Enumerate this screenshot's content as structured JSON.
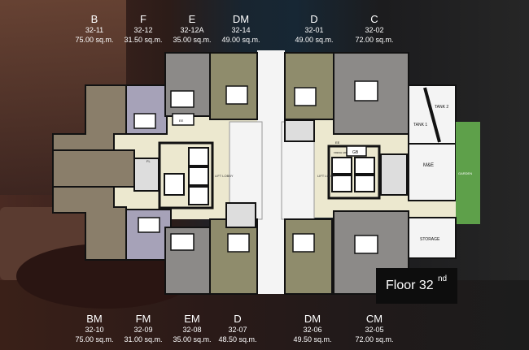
{
  "units_top": [
    {
      "type": "B",
      "number": "32-11",
      "area": "75.00 sq.m."
    },
    {
      "type": "F",
      "number": "32-12",
      "area": "31.50 sq.m."
    },
    {
      "type": "E",
      "number": "32-12A",
      "area": "35.00 sq.m."
    },
    {
      "type": "DM",
      "number": "32-14",
      "area": "49.00 sq.m."
    },
    {
      "type": "D",
      "number": "32-01",
      "area": "49.00 sq.m."
    },
    {
      "type": "C",
      "number": "32-02",
      "area": "72.00 sq.m."
    }
  ],
  "units_bottom": [
    {
      "type": "BM",
      "number": "32-10",
      "area": "75.00 sq.m."
    },
    {
      "type": "FM",
      "number": "32-09",
      "area": "31.00 sq.m."
    },
    {
      "type": "EM",
      "number": "32-08",
      "area": "35.00 sq.m."
    },
    {
      "type": "D",
      "number": "32-07",
      "area": "48.50 sq.m."
    },
    {
      "type": "DM",
      "number": "32-06",
      "area": "49.50 sq.m."
    },
    {
      "type": "CM",
      "number": "32-05",
      "area": "72.00 sq.m."
    }
  ],
  "floor": {
    "label": "Floor 32",
    "suffix": "nd"
  },
  "rooms": {
    "tank2": "TANK 2",
    "tank1": "TANK 1",
    "me": "M&E",
    "garden": "GARDEN",
    "storage": "STORAGE",
    "lift_lobby_left": "LIFT LOBBY",
    "lift_lobby_right": "LIFT LOBBY",
    "gb": "GB",
    "freshair": "FRESH AIR",
    "ee_left": "EE",
    "ee_right": "EE",
    "fl": "FL"
  },
  "colors": {
    "tan": "#8a7e6a",
    "olive": "#8f8c6c",
    "lavender": "#a6a2b8",
    "grey": "#8c8a88",
    "corridor": "#ece8cf",
    "wall": "#121212",
    "white": "#f4f4f4",
    "garden": "#5ea04a"
  }
}
